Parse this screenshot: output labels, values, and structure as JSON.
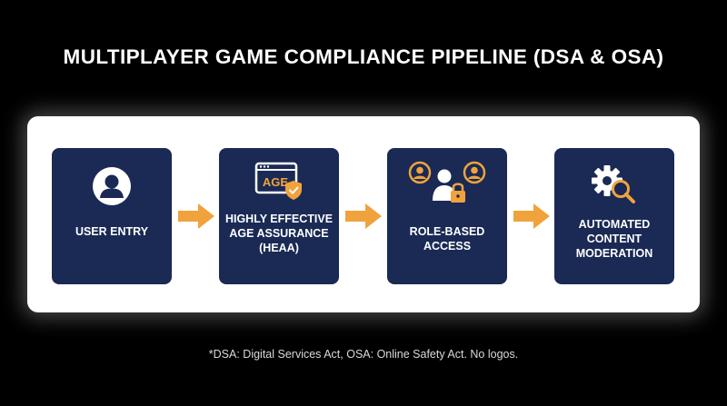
{
  "title": "MULTIPLAYER GAME COMPLIANCE PIPELINE (DSA & OSA)",
  "colors": {
    "background": "#000000",
    "panel": "#ffffff",
    "step_box": "#1a2a55",
    "arrow": "#f0a33c",
    "accent": "#f0a33c"
  },
  "steps": [
    {
      "icon": "user-icon",
      "label": "USER ENTRY"
    },
    {
      "icon": "age-verification-icon",
      "icon_text": "AGE",
      "label": "HIGHLY EFFECTIVE AGE ASSURANCE (HEAA)"
    },
    {
      "icon": "role-access-icon",
      "label": "ROLE-BASED ACCESS"
    },
    {
      "icon": "gear-search-icon",
      "label": "AUTOMATED CONTENT MODERATION"
    }
  ],
  "footnote": "*DSA: Digital Services Act, OSA: Online Safety Act. No logos."
}
